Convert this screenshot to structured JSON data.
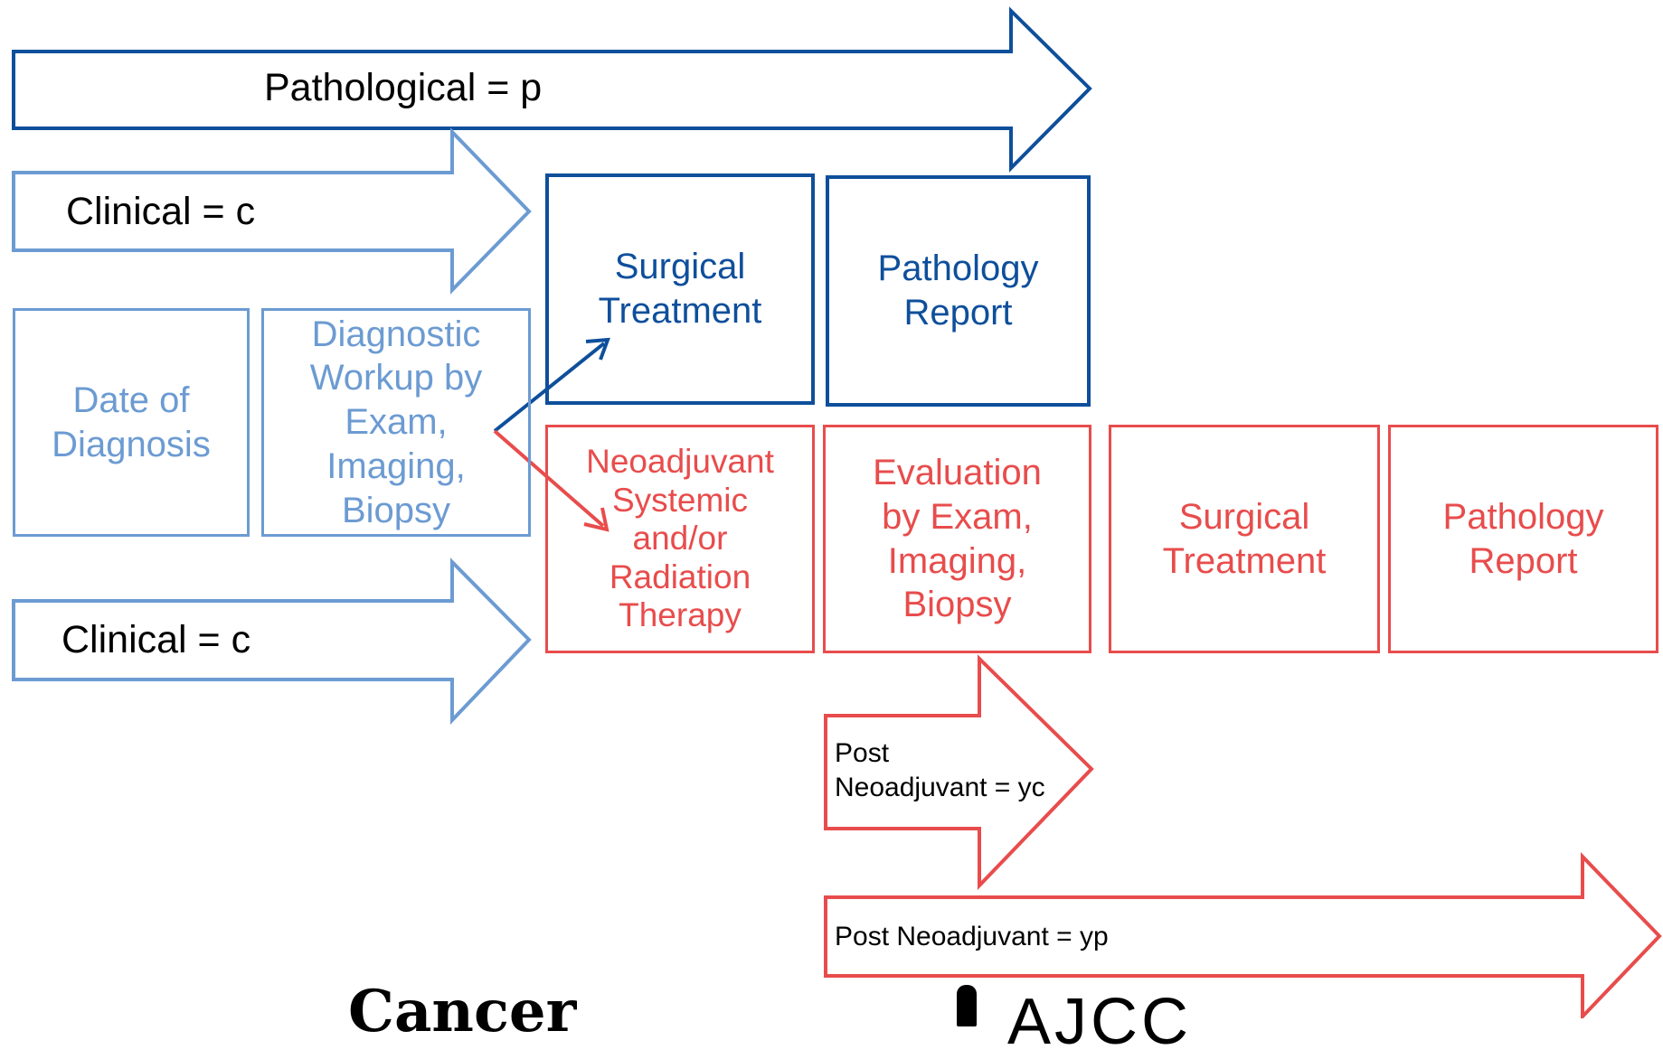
{
  "arrows": {
    "pathological": "Pathological = p",
    "clinical_top": "Clinical = c",
    "clinical_bottom": "Clinical = c",
    "post_neoadjuvant_yc": "Post\nNeoadjuvant = yc",
    "post_neoadjuvant_yp": "Post Neoadjuvant = yp"
  },
  "boxes": {
    "date_of_diagnosis": "Date of\nDiagnosis",
    "diagnostic_workup": "Diagnostic\nWorkup by\nExam,\nImaging,\nBiopsy",
    "surgical_treatment_top": "Surgical\nTreatment",
    "pathology_report_top": "Pathology\nReport",
    "neoadjuvant_therapy": "Neoadjuvant\nSystemic\nand/or\nRadiation\nTherapy",
    "evaluation": "Evaluation\nby Exam,\nImaging,\nBiopsy",
    "surgical_treatment_bottom": "Surgical\nTreatment",
    "pathology_report_bottom": "Pathology\nReport"
  },
  "logos": {
    "left": "Cancer",
    "right": "AJCC"
  },
  "colors": {
    "dark_blue": "#0e4f9b",
    "light_blue": "#6c9bd2",
    "red": "#e84c4c"
  }
}
